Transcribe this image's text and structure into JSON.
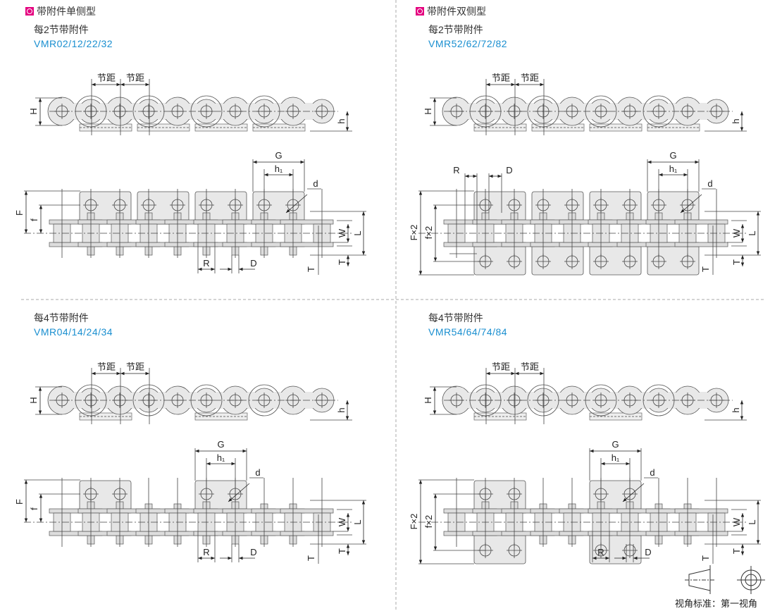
{
  "colors": {
    "accent": "#e4007f",
    "code": "#1a8fd0",
    "part_fill": "#e8e8e8",
    "line": "#555555"
  },
  "panels": [
    {
      "title": "带附件单侧型",
      "subtitle": "每2节带附件",
      "code": "VMR02/12/22/32"
    },
    {
      "title": "带附件双侧型",
      "subtitle": "每2节带附件",
      "code": "VMR52/62/72/82"
    },
    {
      "subtitle": "每4节带附件",
      "code": "VMR04/14/24/34"
    },
    {
      "subtitle": "每4节带附件",
      "code": "VMR54/64/74/84"
    }
  ],
  "dims": {
    "pitch": "节距",
    "H": "H",
    "h": "h",
    "G": "G",
    "h1": "h₁",
    "d": "d",
    "F": "F",
    "f": "f",
    "F2": "F×2",
    "f2": "f×2",
    "W": "W",
    "L": "L",
    "T": "T",
    "R": "R",
    "D": "D"
  },
  "footer": {
    "view_standard": "视角标准：第一视角"
  }
}
